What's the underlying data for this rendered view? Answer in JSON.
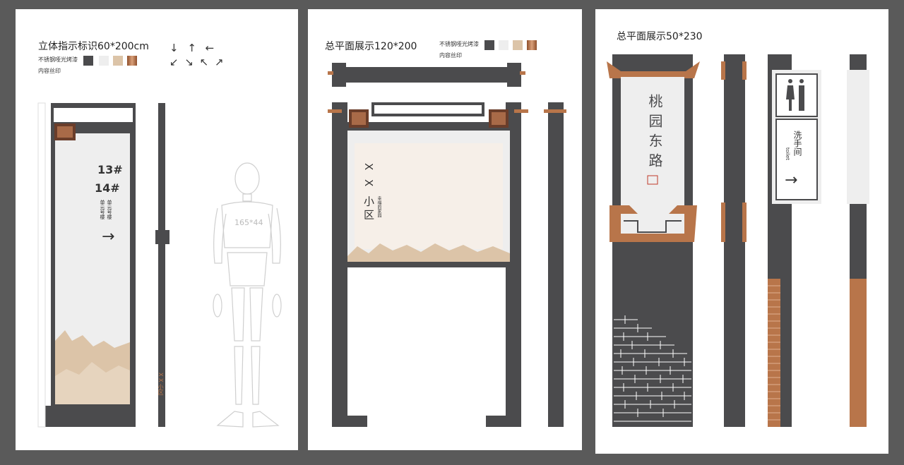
{
  "panel1": {
    "title": "立体指示标识60*200cm",
    "material": "不锈钢哑光烤漆",
    "print": "内容丝印",
    "building_a": "13#",
    "building_b": "14#",
    "floor_note_a": "单元号楼",
    "floor_note_b": "单元号楼",
    "arrow": "→",
    "small_logo_text": "X X 小区",
    "human_size": "165*44",
    "direction_arrows_top": "↓ ↑ ←",
    "direction_arrows_bottom": "↙ ↘ ↖ ↗"
  },
  "panel2": {
    "title": "总平面展示120*200",
    "material": "不锈钢哑光烤漆",
    "print": "内容丝印",
    "community_name": "X X 小区",
    "community_sub": "幸福的家园"
  },
  "panel3": {
    "title": "总平面展示50*230",
    "road_name": "桃园东路",
    "toilet_label": "洗手间",
    "toilet_en": "toilet",
    "arrow": "→"
  },
  "colors": {
    "background": "#5a5a5a",
    "dark": "#4b4b4d",
    "light": "#eeeeee",
    "beige": "#dcc4a8",
    "copper": "#b8754a",
    "cream": "#f6efe8"
  }
}
